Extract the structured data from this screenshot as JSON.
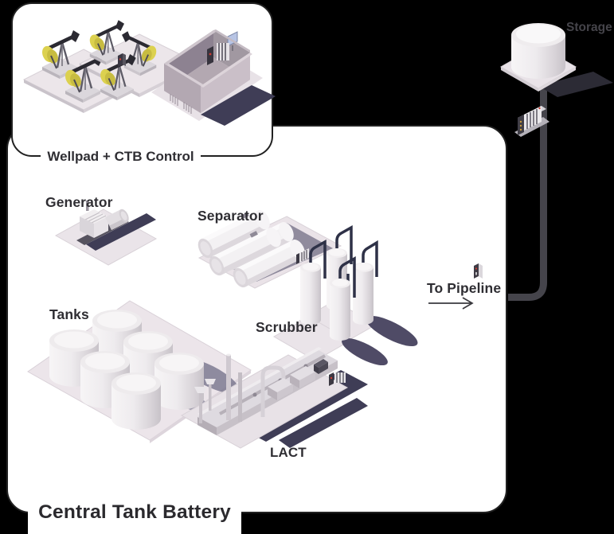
{
  "canvas": {
    "background": "#000000",
    "panel": "#ffffff",
    "border": "#212121"
  },
  "main": {
    "title": "Central Tank Battery"
  },
  "wellpad": {
    "label": "Wellpad + CTB Control"
  },
  "storage": {
    "label": "Storage"
  },
  "pipeline": {
    "label": "To Pipeline"
  },
  "equipment": {
    "generator": {
      "label": "Generator"
    },
    "separator": {
      "label": "Separator"
    },
    "scrubber": {
      "label": "Scrubber"
    },
    "tanks": {
      "label": "Tanks"
    },
    "lact": {
      "label": "LACT"
    }
  },
  "illustrations": {
    "wellpad": "pumpjacks-and-control-building-icon",
    "generator": "generator-skid-icon",
    "separator": "horizontal-separator-vessels-icon",
    "scrubber": "vertical-scrubber-columns-icon",
    "tanks": "tank-group-icon",
    "lact": "lact-skid-unit-icon",
    "storage": "storage-tank-icon",
    "pipe": "pipeline-connection-icon",
    "rtu": "remote-terminal-unit-icon"
  },
  "colors": {
    "background": "#000000",
    "panel": "#ffffff",
    "border": "#212121",
    "label_text": "#2f2e33",
    "storage_text": "#45444a",
    "pipe": "#45444b",
    "pad": "#ece6ea",
    "shadow_navy": "#3f3d56",
    "pumpjack_yellow": "#dcd14f",
    "equipment_white": "#f3f1f2",
    "scrubber_pipe": "#2e3147",
    "status_red": "#cc3b33"
  }
}
